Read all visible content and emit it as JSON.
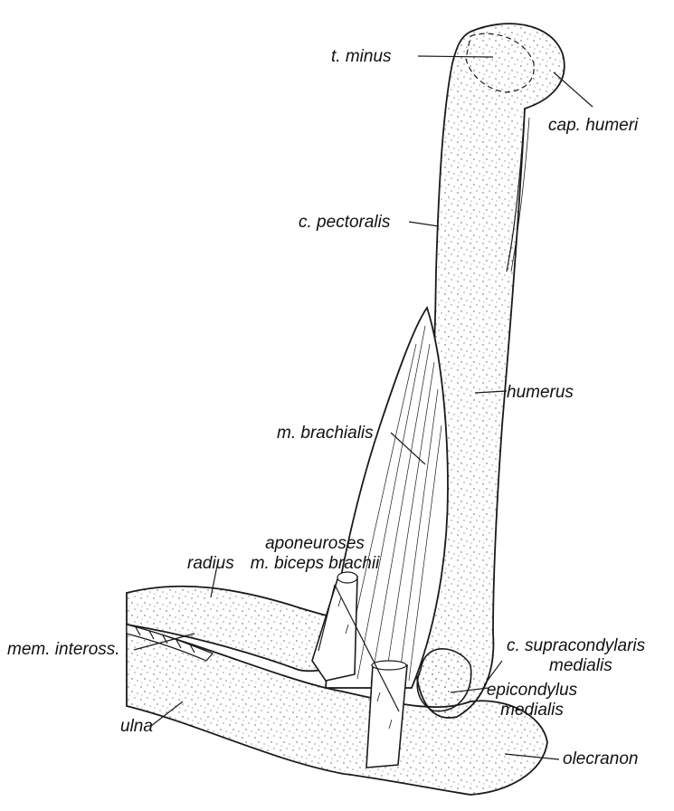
{
  "colors": {
    "outline": "#1a1a1a",
    "fill": "#ffffff",
    "stipple": "#555555"
  },
  "labels": {
    "t_minus": "t. minus",
    "cap_humeri": "cap. humeri",
    "c_pectoralis": "c. pectoralis",
    "humerus": "humerus",
    "m_brachialis": "m. brachialis",
    "aponeuroses_line1": "aponeuroses",
    "aponeuroses_line2": "m. biceps brachii",
    "radius": "radius",
    "mem_inteross": "mem. inteross.",
    "ulna": "ulna",
    "c_supracondylaris_line1": "c. supracondylaris",
    "c_supracondylaris_line2": "medialis",
    "epicondylus_line1": "epicondylus",
    "epicondylus_line2": "medialis",
    "olecranon": "olecranon"
  }
}
